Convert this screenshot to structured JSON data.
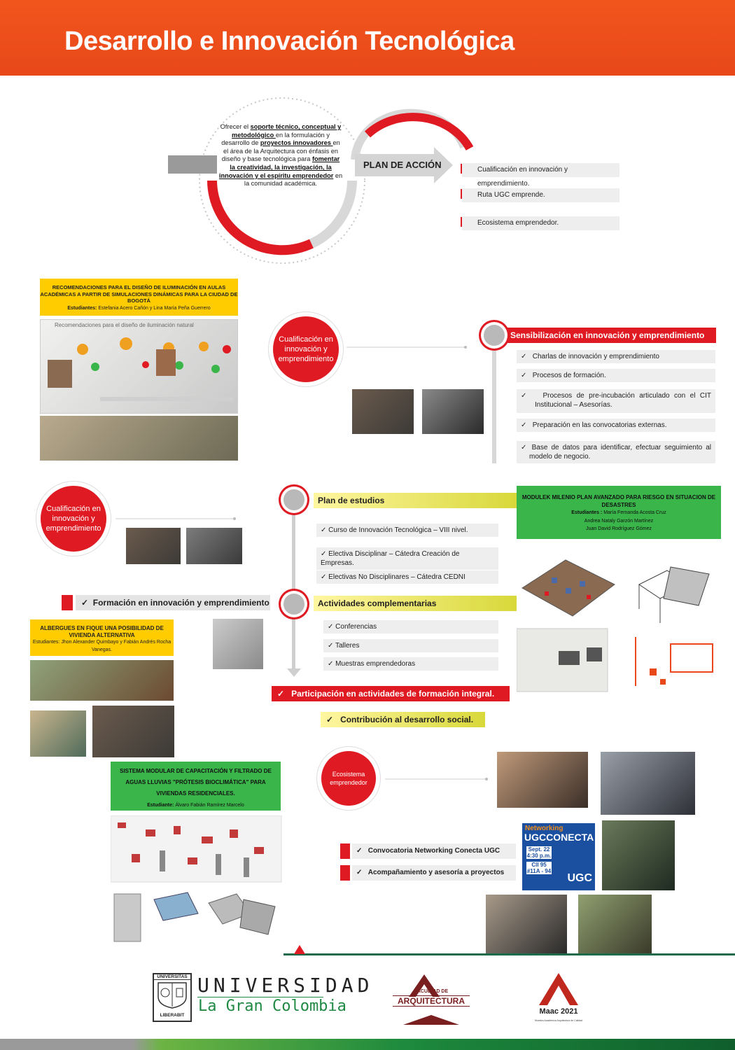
{
  "header": {
    "title": "Desarrollo e Innovación Tecnológica"
  },
  "mission": {
    "parts": [
      {
        "t": "Ofrecer el ",
        "b": false
      },
      {
        "t": "soporte técnico, conceptual y metodológico ",
        "b": true
      },
      {
        "t": " en la formulación y desarrollo de ",
        "b": false
      },
      {
        "t": "proyectos innovadores ",
        "b": true
      },
      {
        "t": "en el área de la Arquitectura con énfasis en diseño y base tecnológica para ",
        "b": false
      },
      {
        "t": "fomentar la creatividad, la investigación, la innovación y el espíritu emprendedor",
        "b": true
      },
      {
        "t": " en la comunidad académica.",
        "b": false
      }
    ]
  },
  "plan": {
    "label": "PLAN DE ACCIÓN",
    "items": [
      "Cualificación en innovación y emprendimiento.",
      "Ruta UGC emprende.",
      "Ecosistema emprendedor."
    ]
  },
  "project1": {
    "title": "RECOMENDACIONES PARA EL DISEÑO DE ILUMINACIÓN EN AULAS ACADÉMICAS A PARTIR DE SIMULACIONES DINÁMICAS PARA LA CIUDAD DE BOGOTÁ",
    "students_label": "Estudiantes:",
    "students": "Estefania Acero Cañón y Lina María Peña Guerrero",
    "board_title": "Recomendaciones para el diseño de iluminación natural"
  },
  "section_sensibilizacion": {
    "circle_label": "Cualificación en innovación y emprendimiento",
    "title": "Sensibilización en innovación y emprendimiento",
    "items": [
      "Charlas de innovación y emprendimiento",
      "Procesos de formación.",
      "Procesos de pre-incubación articulado con el CIT Institucional – Asesorías.",
      "Preparación en las convocatorias externas.",
      "Base de datos para identificar, efectuar seguimiento al modelo de negocio."
    ]
  },
  "section_formacion": {
    "circle_label": "Cualificación en innovación y emprendimiento",
    "title": "Formación en innovación y emprendimiento",
    "plan_title": "Plan de estudios",
    "plan_items": [
      "Curso de Innovación Tecnológica – VIII nivel.",
      "Electiva Disciplinar – Cátedra Creación de Empresas.",
      "Electivas No Disciplinares – Cátedra CEDNI"
    ],
    "act_title": "Actividades complementarias",
    "act_items": [
      "Conferencias",
      "Talleres",
      "Muestras emprendedoras"
    ],
    "participacion": "Participación en actividades de formación integral.",
    "contribucion": "Contribución al desarrollo social."
  },
  "project2": {
    "title": "MODULEK MILENIO PLAN AVANZADO PARA RIESGO EN SITUACION DE DESASTRES",
    "students_label": "Estudiantes :",
    "students": [
      "María Fernanda Acosta Cruz",
      "Andrea Nataly Garzón Martínez",
      "Juan David Rodríguez Gómez"
    ]
  },
  "project3": {
    "title": "ALBERGUES EN FIQUE UNA POSIBILIDAD DE VIVIENDA ALTERNATIVA",
    "students": "Estudiantes: Jhon Alexander Quimbayo y Fabián Andrés Rocha Vanegas."
  },
  "project4": {
    "title": "SISTEMA MODULAR DE CAPACITACIÓN Y FILTRADO DE AGUAS LLUVIAS \"PRÓTESIS BIOCLIMÁTICA\" PARA VIVIENDAS RESIDENCIALES.",
    "students_label": "Estudiante:",
    "students": "Álvaro Fabián Ramírez Marcelo"
  },
  "section_ecosistema": {
    "circle_label": "Ecosistema emprendedor",
    "items": [
      "Convocatoria Networking Conecta UGC",
      "Acompañamiento y asesoría a proyectos"
    ],
    "poster": {
      "brand_top": "Networking",
      "brand": "UGCCONECTA",
      "date": "Sept. 22",
      "time": "4:30 p.m.",
      "place": "Cll 95",
      "place2": "#11A - 94",
      "logo": "UGC"
    }
  },
  "footer": {
    "uni_line1": "UNIVERSIDAD",
    "uni_line2": "La Gran Colombia",
    "seal_top": "UNIVERSITAS",
    "seal_bottom": "LIBERABIT",
    "facultad_small": "FACULTAD DE",
    "facultad": "ARQUITECTURA",
    "maac": "Maac 2021",
    "maac_sub": "Muestra Académica Arquitectura de Calidad"
  },
  "colors": {
    "accent": "#e8481a",
    "red": "#e01a22",
    "green": "#3ab54a",
    "yellow": "#ffcc00"
  }
}
